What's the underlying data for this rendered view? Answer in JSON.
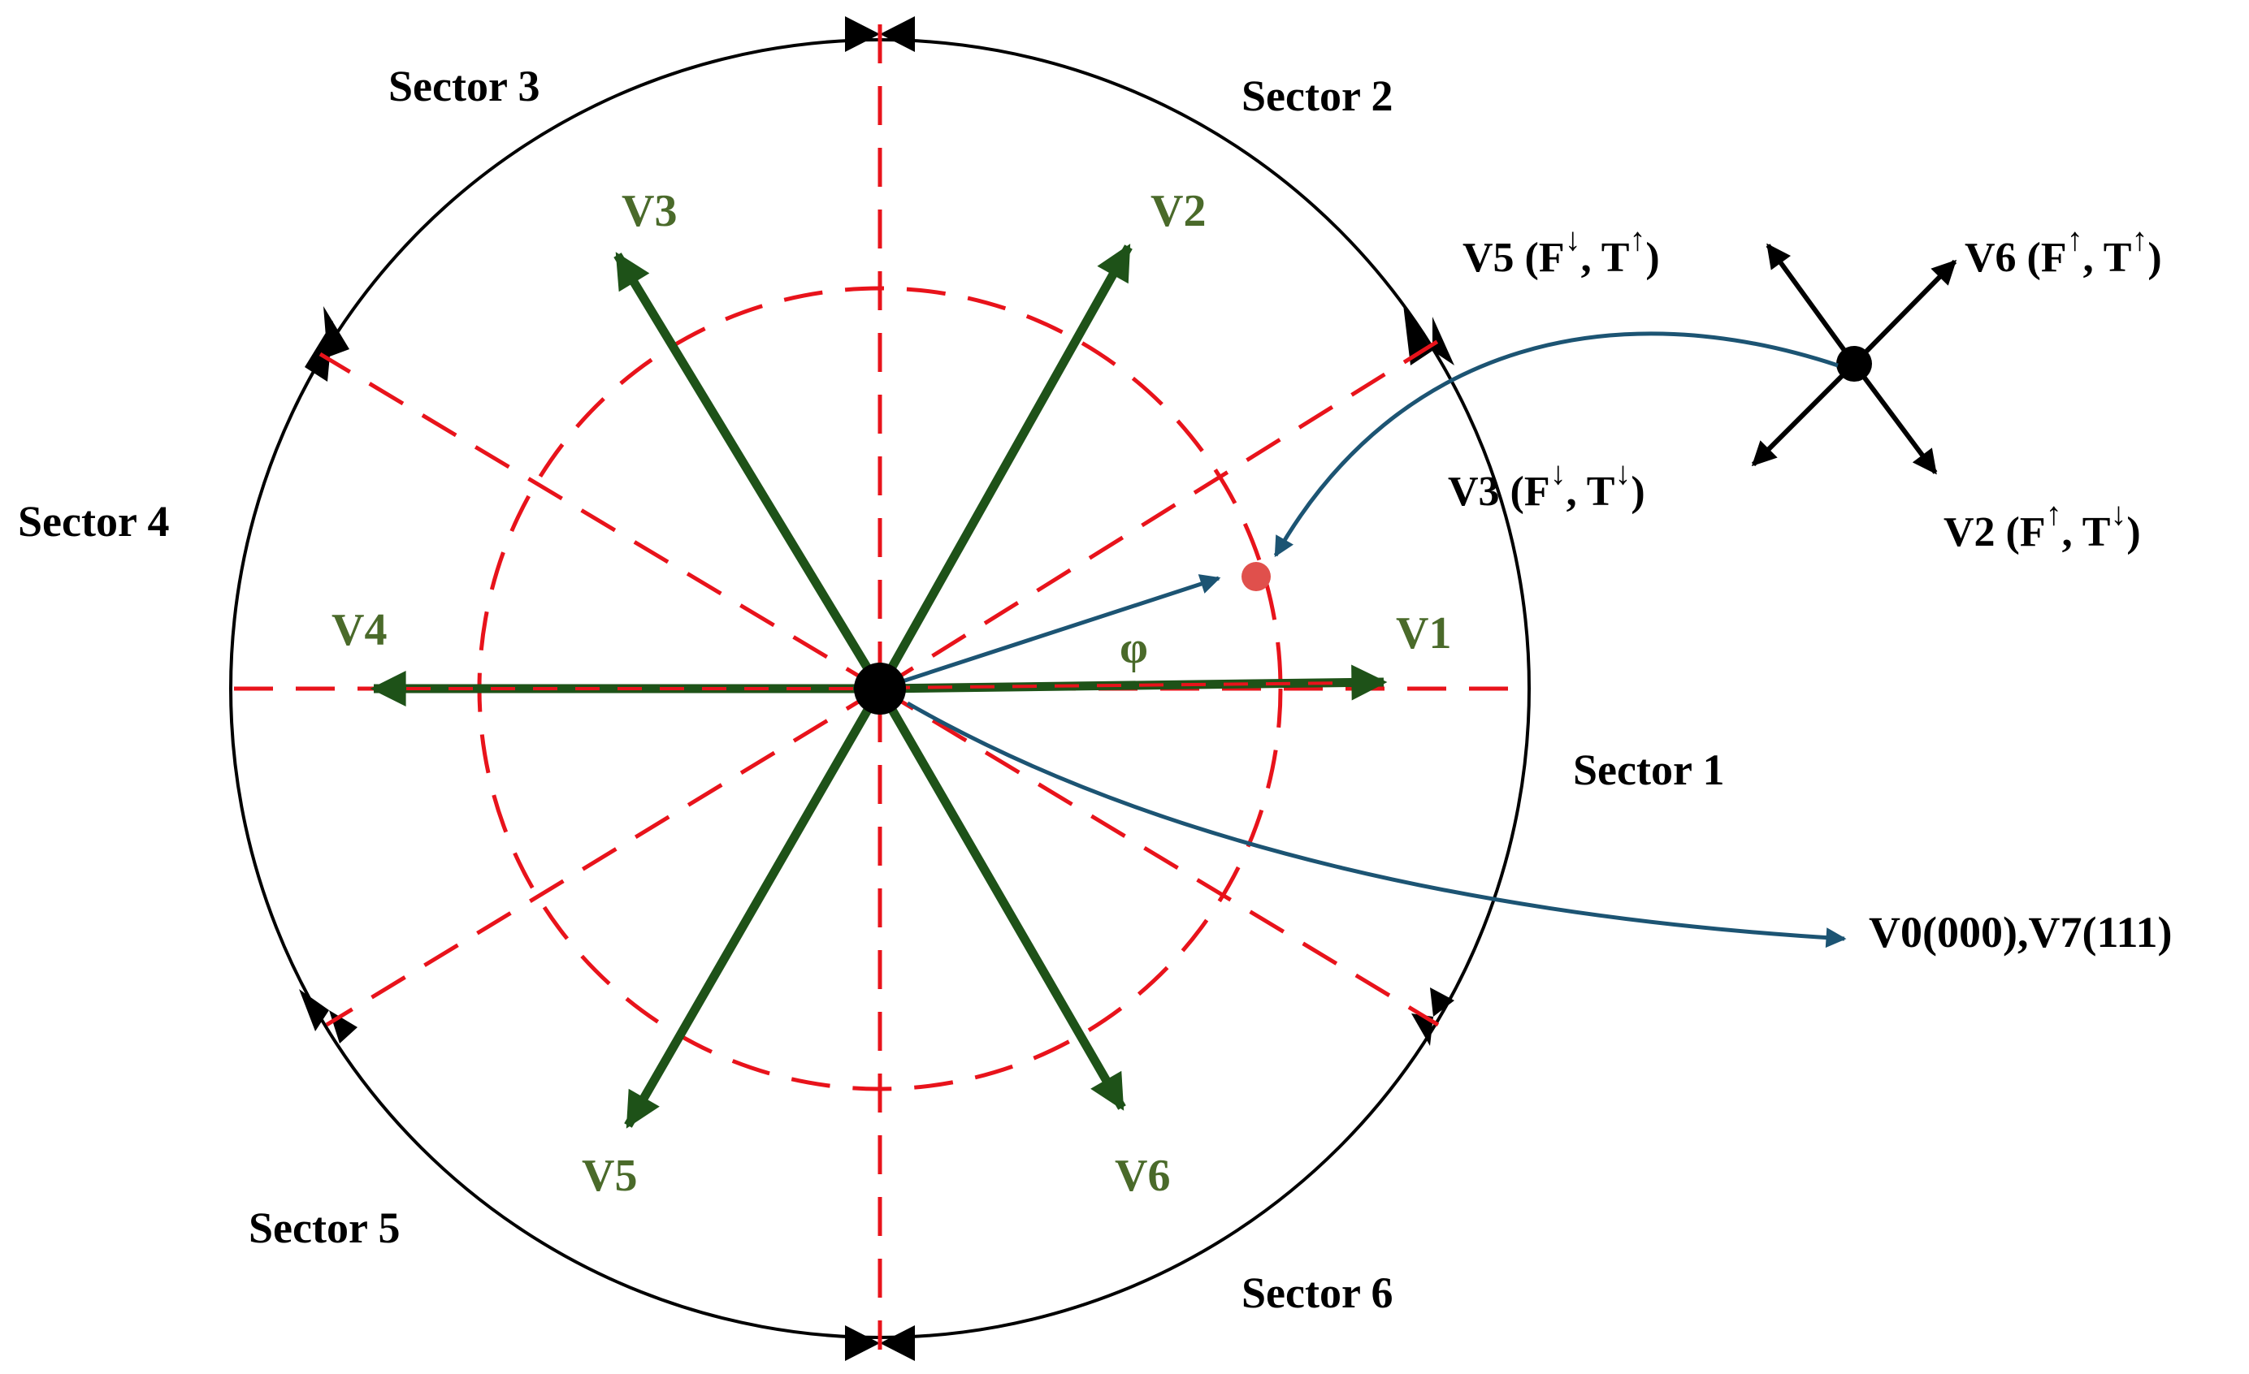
{
  "colors": {
    "vector_green": "#1e5218",
    "label_green": "#4a6a2a",
    "dash_red": "#e8131b",
    "blue_arrow": "#1c5473",
    "flux_dot": "#e0504c",
    "black": "#000000"
  },
  "sectors": [
    {
      "id": "s1",
      "label": "Sector 1"
    },
    {
      "id": "s2",
      "label": "Sector 2"
    },
    {
      "id": "s3",
      "label": "Sector 3"
    },
    {
      "id": "s4",
      "label": "Sector 4"
    },
    {
      "id": "s5",
      "label": "Sector 5"
    },
    {
      "id": "s6",
      "label": "Sector 6"
    }
  ],
  "vectors": [
    {
      "id": "v1",
      "label": "V1"
    },
    {
      "id": "v2",
      "label": "V2"
    },
    {
      "id": "v3",
      "label": "V3"
    },
    {
      "id": "v4",
      "label": "V4"
    },
    {
      "id": "v5",
      "label": "V5"
    },
    {
      "id": "v6",
      "label": "V6"
    }
  ],
  "angle_label": "φ",
  "zero_vectors_label": "V0(000),V7(111)",
  "legend": {
    "v5": {
      "name": "V5 (F",
      "mid": ", T",
      "end": ")",
      "f_arrow": "↓",
      "t_arrow": "↑"
    },
    "v6": {
      "name": "V6 (F",
      "mid": ", T",
      "end": ")",
      "f_arrow": "↑",
      "t_arrow": "↑"
    },
    "v3": {
      "name": "V3 (F",
      "mid": ", T",
      "end": ")",
      "f_arrow": "↓",
      "t_arrow": "↓"
    },
    "v2": {
      "name": "V2 (F",
      "mid": ", T",
      "end": ")",
      "f_arrow": "↑",
      "t_arrow": "↓"
    }
  }
}
